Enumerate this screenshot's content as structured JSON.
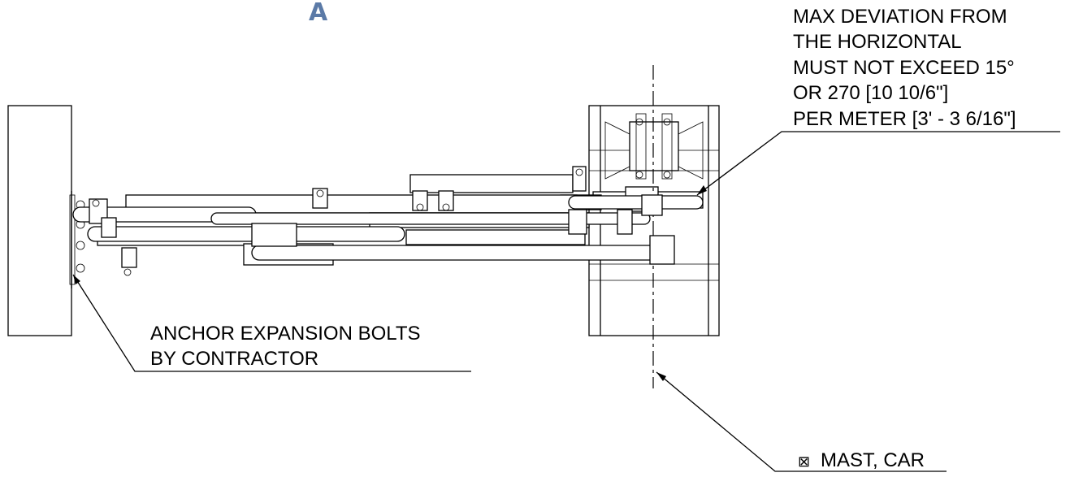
{
  "view_label": "A",
  "notes": {
    "deviation": {
      "lines": [
        "MAX DEVIATION FROM",
        "THE HORIZONTAL",
        "MUST NOT EXCEED 15°",
        "OR 270 [10 10/6\"]",
        "PER METER [3' - 3 6/16\"]"
      ]
    },
    "anchor": {
      "lines": [
        "ANCHOR EXPANSION BOLTS",
        "BY CONTRACTOR"
      ]
    },
    "mast": {
      "symbol": "⊠",
      "text": "MAST, CAR"
    }
  }
}
